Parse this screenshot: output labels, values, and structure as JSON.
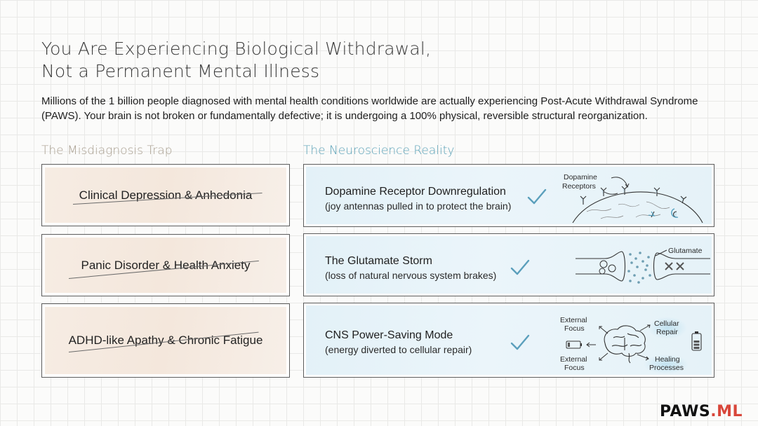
{
  "title": {
    "line1": "You Are Experiencing Biological Withdrawal,",
    "line2": "Not a Permanent Mental Illness"
  },
  "intro": "Millions of the 1 billion people diagnosed with mental health conditions worldwide are actually experiencing Post-Acute Withdrawal Syndrome (PAWS). Your brain is not broken or fundamentally defective; it is undergoing a 100% physical, reversible structural reorganization.",
  "left_column": {
    "heading": "The Misdiagnosis Trap",
    "items": [
      "Clinical Depression & Anhedonia",
      "Panic Disorder & Health Anxiety",
      "ADHD-like Apathy & Chronic Fatigue"
    ]
  },
  "right_column": {
    "heading": "The Neuroscience Reality",
    "items": [
      {
        "title": "Dopamine Receptor Downregulation",
        "subtitle": "(joy antennas pulled in to protect the brain)",
        "labels": {
          "dopamine": "Dopamine",
          "receptors": "Receptors"
        }
      },
      {
        "title": "The Glutamate Storm",
        "subtitle": "(loss of natural nervous system brakes)",
        "labels": {
          "glutamate": "Glutamate"
        }
      },
      {
        "title": "CNS Power-Saving Mode",
        "subtitle": "(energy diverted to cellular repair)",
        "labels": {
          "ext1a": "External",
          "ext1b": "Focus",
          "ext2a": "External",
          "ext2b": "Focus",
          "cell1": "Cellular",
          "cell2": "Repair",
          "heal1": "Healing",
          "heal2": "Processes"
        }
      }
    ]
  },
  "brand": {
    "name": "PAWS",
    "suffix": ".ML"
  },
  "colors": {
    "left_heading": "#a89e8f",
    "right_heading": "#5aa1b7",
    "check": "#5b9fbc",
    "brand_accent": "#d8463a"
  }
}
